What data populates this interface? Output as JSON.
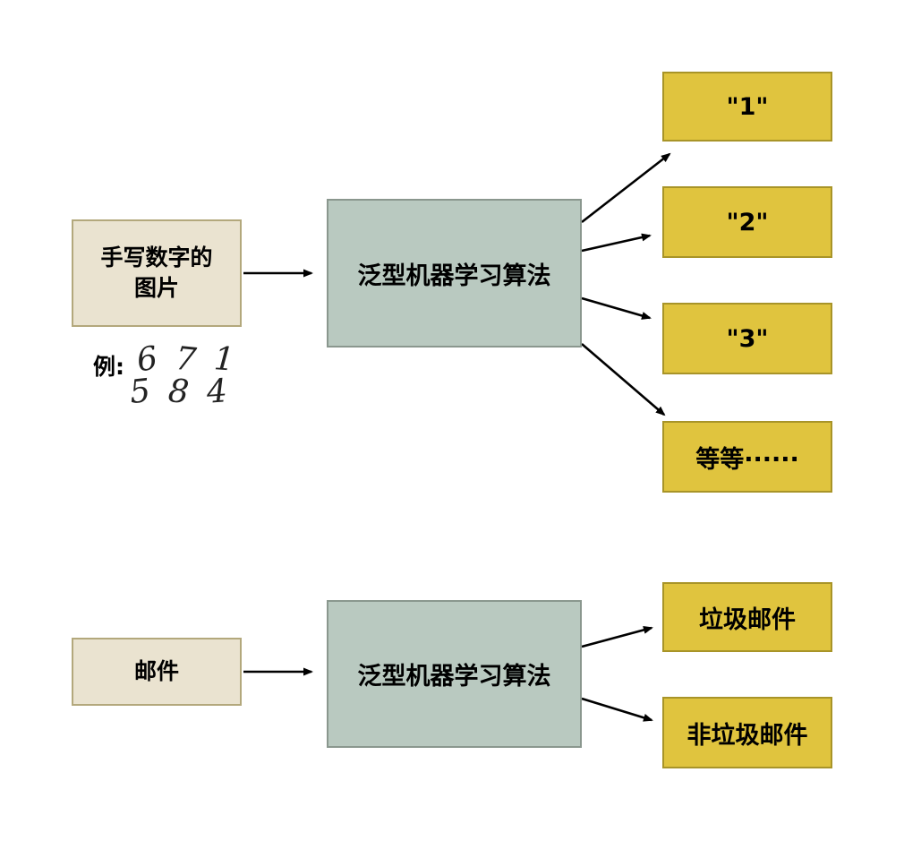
{
  "colors": {
    "background": "#ffffff",
    "input_box_fill": "#eae3d0",
    "input_box_border": "#b3a87c",
    "process_box_fill": "#b9c9c0",
    "process_box_border": "#8a978e",
    "output_box_fill": "#e0c43e",
    "output_box_border": "#a89428",
    "arrow": "#000000"
  },
  "top": {
    "input": {
      "line1": "手写数字的",
      "line2": "图片"
    },
    "example": {
      "label": "例:",
      "digits_row1": [
        "6",
        "7",
        "1"
      ],
      "digits_row2": [
        "5",
        "8",
        "4"
      ]
    },
    "process": {
      "label": "泛型机器学习算法"
    },
    "outputs": [
      {
        "label": "\"1\""
      },
      {
        "label": "\"2\""
      },
      {
        "label": "\"3\""
      },
      {
        "label": "等等······"
      }
    ]
  },
  "bottom": {
    "input": {
      "label": "邮件"
    },
    "process": {
      "label": "泛型机器学习算法"
    },
    "outputs": [
      {
        "label": "垃圾邮件"
      },
      {
        "label": "非垃圾邮件"
      }
    ]
  }
}
